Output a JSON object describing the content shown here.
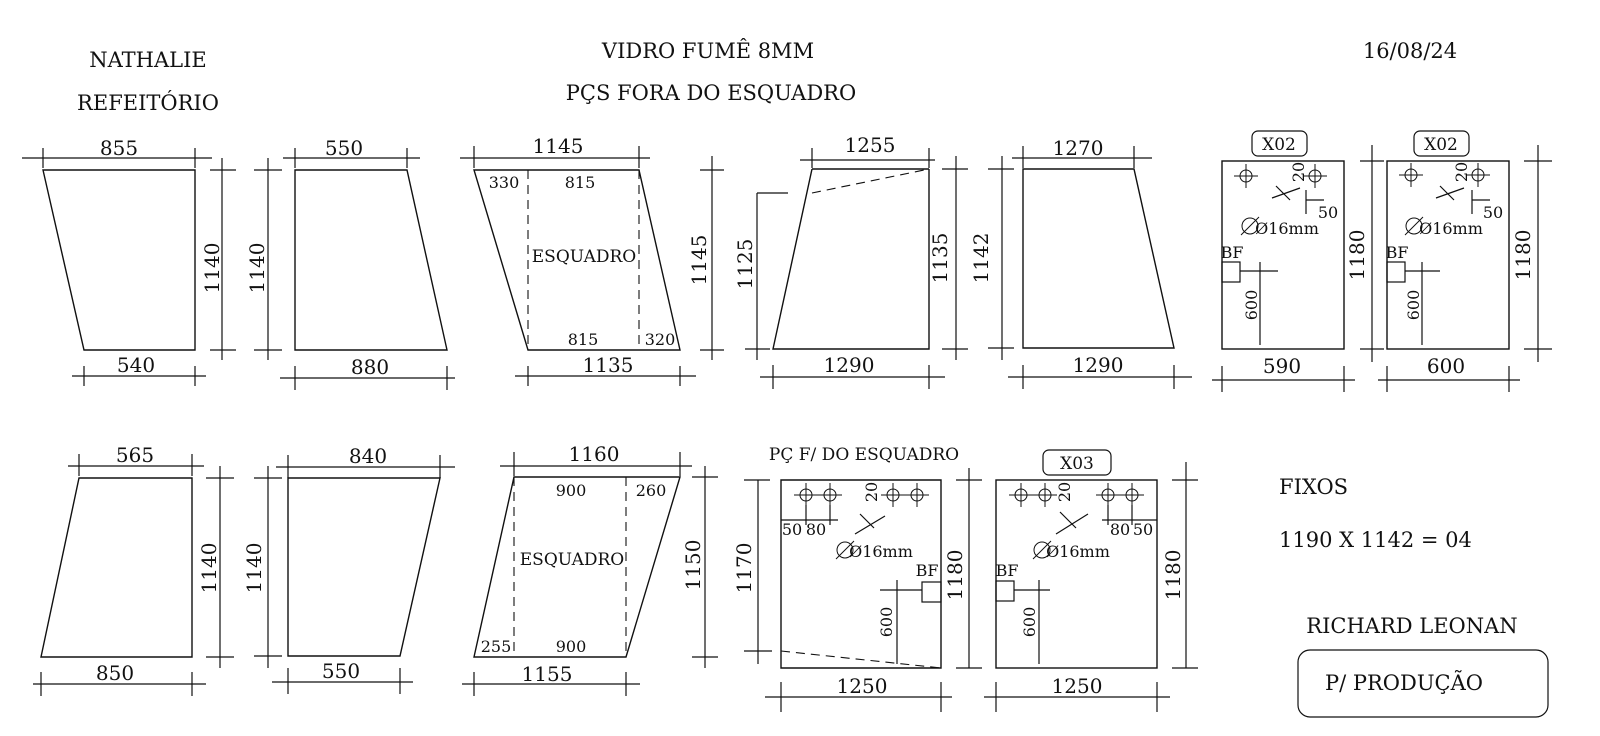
{
  "header": {
    "client": "NATHALIE",
    "location": "REFEITÓRIO",
    "material": "VIDRO FUMÊ 8MM",
    "note": "PÇS FORA DO ESQUADRO",
    "date": "16/08/24"
  },
  "row1": {
    "p1": {
      "top": "855",
      "bottom": "540",
      "height": "1140"
    },
    "p2": {
      "top": "550",
      "bottom": "880",
      "height": "1140"
    },
    "p3": {
      "top": "1145",
      "bottom": "1135",
      "height": "1145",
      "in_top_left": "330",
      "in_top_mid": "815",
      "in_bot_mid": "815",
      "in_bot_right": "320",
      "square_label": "ESQUADRO"
    },
    "p4": {
      "top": "1255",
      "bottom": "1290",
      "left": "1125",
      "right": "1135"
    },
    "p5": {
      "top": "1270",
      "bottom": "1290",
      "height": "1142"
    },
    "p6": {
      "tag": "X02",
      "width": "590",
      "height": "1180",
      "d20": "20",
      "d50": "50",
      "hole": "Ø16mm",
      "bf": "BF",
      "d600": "600"
    },
    "p7": {
      "tag": "X02",
      "width": "600",
      "height": "1180",
      "d20": "20",
      "d50": "50",
      "hole": "Ø16mm",
      "bf": "BF",
      "d600": "600"
    }
  },
  "row2": {
    "p1": {
      "top": "565",
      "bottom": "850",
      "height": "1140"
    },
    "p2": {
      "top": "840",
      "bottom": "550",
      "height": "1140"
    },
    "p3": {
      "top": "1160",
      "bottom": "1155",
      "height": "1150",
      "in_top_mid": "900",
      "in_top_right": "260",
      "in_bot_left": "255",
      "in_bot_mid": "900",
      "square_label": "ESQUADRO"
    },
    "p4": {
      "caption": "PÇ F/ DO ESQUADRO",
      "width": "1250",
      "left": "1170",
      "right": "1180",
      "d50": "50",
      "d80": "80",
      "d20": "20",
      "hole": "Ø16mm",
      "bf": "BF",
      "d600": "600"
    },
    "p5": {
      "tag": "X03",
      "width": "1250",
      "height": "1180",
      "d20": "20",
      "d80": "80",
      "d50": "50",
      "hole": "Ø16mm",
      "bf": "BF",
      "d600": "600"
    }
  },
  "fixed": {
    "label": "FIXOS",
    "spec": "1190 X 1142 = 04"
  },
  "footer": {
    "signature": "RICHARD LEONAN",
    "stamp": "P/ PRODUÇÃO"
  }
}
